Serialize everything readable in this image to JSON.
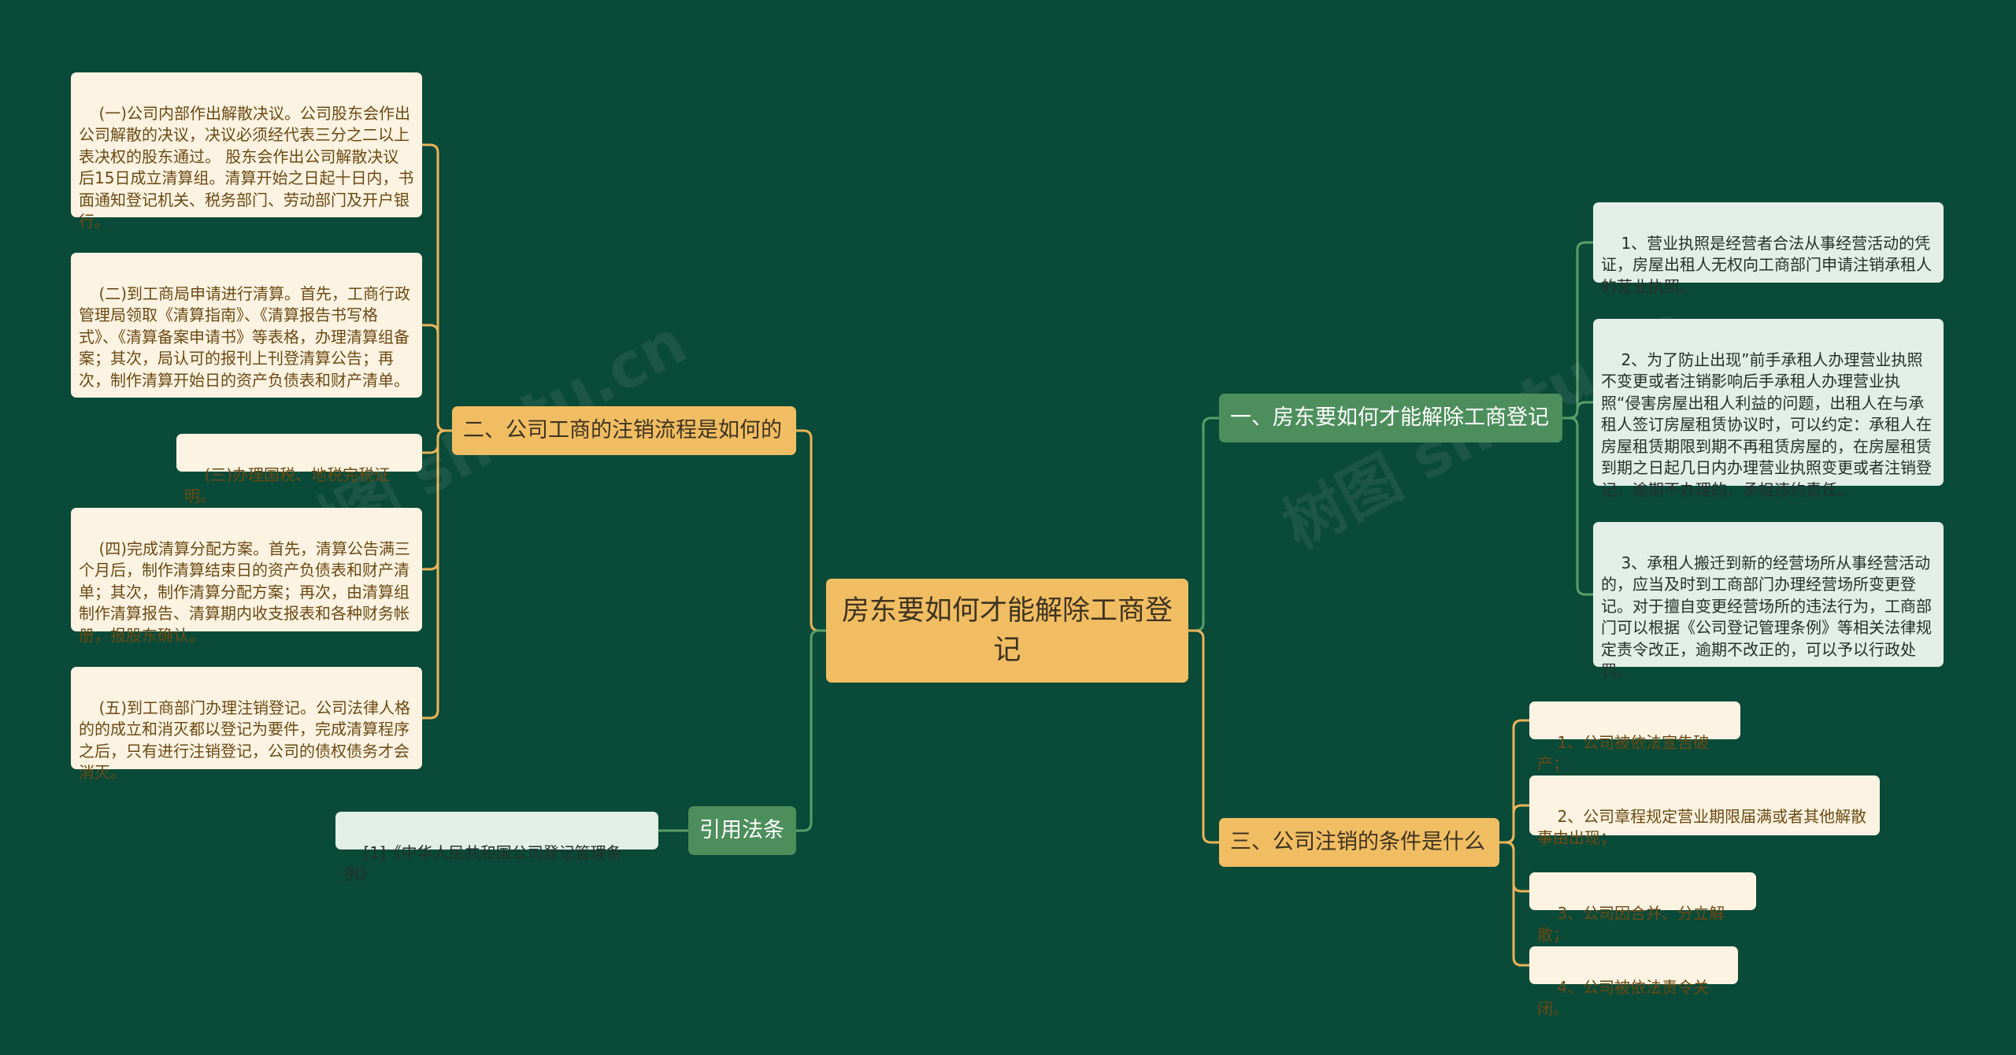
{
  "central": "房东要如何才能解除工商登记",
  "branches": {
    "b1": "一、房东要如何才能解除工商登记",
    "b2": "二、公司工商的注销流程是如何的",
    "b3": "三、公司注销的条件是什么",
    "b4": "引用法条"
  },
  "leaves": {
    "b1": [
      "1、营业执照是经营者合法从事经营活动的凭证，房屋出租人无权向工商部门申请注销承租人的营业执照。",
      "2、为了防止出现”前手承租人办理营业执照不变更或者注销影响后手承租人办理营业执照“侵害房屋出租人利益的问题，出租人在与承租人签订房屋租赁协议时，可以约定：承租人在房屋租赁期限到期不再租赁房屋的，在房屋租赁到期之日起几日内办理营业执照变更或者注销登记，逾期不办理的，承担违约责任。",
      "3、承租人搬迁到新的经营场所从事经营活动的，应当及时到工商部门办理经营场所变更登记。对于擅自变更经营场所的违法行为，工商部门可以根据《公司登记管理条例》等相关法律规定责令改正，逾期不改正的，可以予以行政处罚。"
    ],
    "b2": [
      "(一)公司内部作出解散决议。公司股东会作出公司解散的决议，决议必须经代表三分之二以上表决权的股东通过。 股东会作出公司解散决议后15日成立清算组。清算开始之日起十日内，书面通知登记机关、税务部门、劳动部门及开户银行。",
      "(二)到工商局申请进行清算。首先，工商行政管理局领取《清算指南》、《清算报告书写格式》、《清算备案申请书》等表格，办理清算组备案；其次，局认可的报刊上刊登清算公告；再次，制作清算开始日的资产负债表和财产清单。",
      "(三)办理国税、地税完税证明。",
      "(四)完成清算分配方案。首先，清算公告满三个月后，制作清算结束日的资产负债表和财产清单；其次，制作清算分配方案；再次，由清算组制作清算报告、清算期内收支报表和各种财务帐册，报股东确认。",
      "(五)到工商部门办理注销登记。公司法律人格的的成立和消灭都以登记为要件，完成清算程序之后，只有进行注销登记，公司的债权债务才会消灭。"
    ],
    "b3": [
      "1、公司被依法宣告破产；",
      "2、公司章程规定营业期限届满或者其他解散事由出现；",
      "3、公司因合并、分立解散；",
      "4、公司被依法责令关闭。"
    ],
    "b4": [
      "[1]《中华人民共和国公司登记管理条例》"
    ]
  },
  "watermark": [
    "树图 shutu.cn",
    "树图 shutu.cn"
  ],
  "colors": {
    "background": "#0a4a38",
    "orange": "#f1bd62",
    "green": "#4d8f5c",
    "cream": "#fdf3e2",
    "mint": "#e3eee6"
  }
}
